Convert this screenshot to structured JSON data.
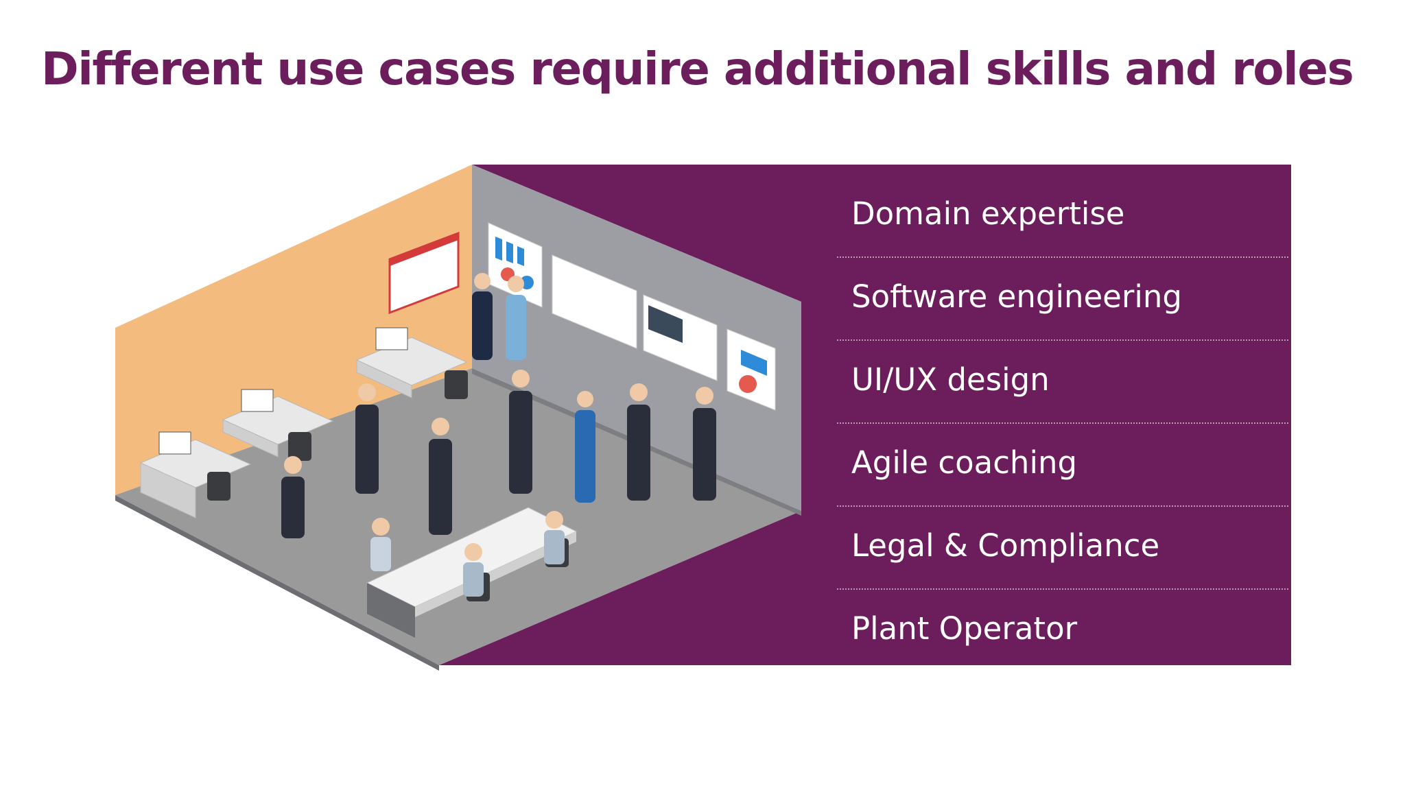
{
  "slide": {
    "title": "Different use cases require additional skills and roles",
    "illustration": "isometric-office-team-illustration",
    "roles": [
      "Domain expertise",
      "Software engineering",
      "UI/UX design",
      "Agile coaching",
      "Legal & Compliance",
      "Plant Operator"
    ]
  },
  "colors": {
    "title": "#6b1d5c",
    "panel": "#6b1d5c",
    "role_text": "#ffffff",
    "wall_left": "#f3bb7e",
    "wall_back": "#9d9ea3",
    "floor": "#9a9a9a"
  }
}
